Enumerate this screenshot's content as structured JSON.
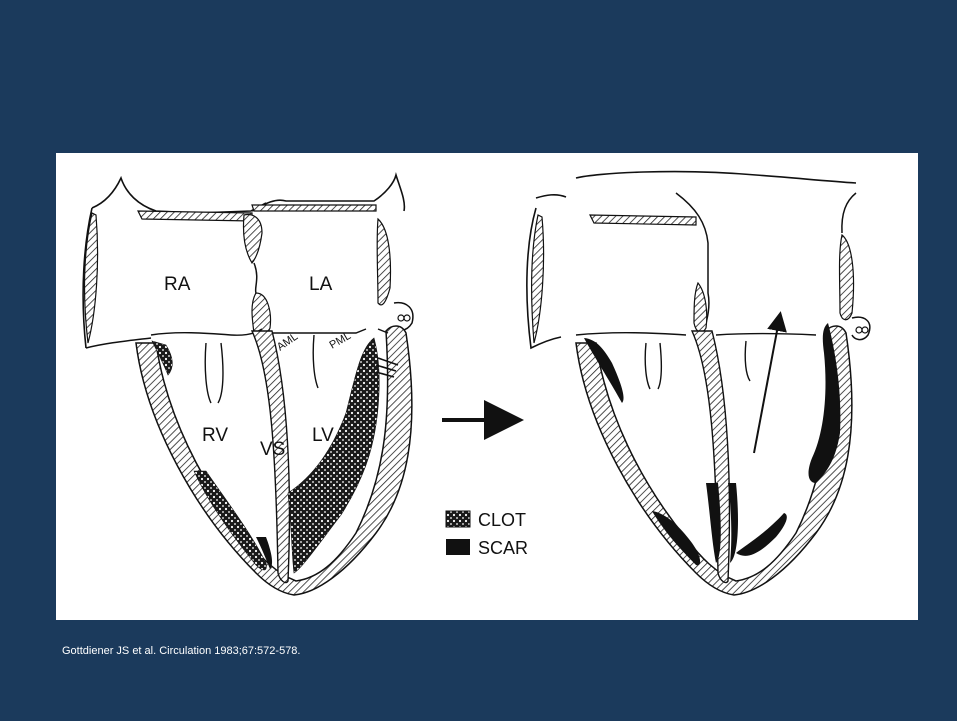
{
  "figure": {
    "left_labels": {
      "ra": "RA",
      "la": "LA",
      "rv": "RV",
      "vs": "VS",
      "lv": "LV",
      "aml": "AML",
      "pml": "PML"
    },
    "legend": {
      "clot": "CLOT",
      "scar": "SCAR"
    }
  },
  "citation": "Gottdiener JS et al.  Circulation 1983;67:572-578."
}
